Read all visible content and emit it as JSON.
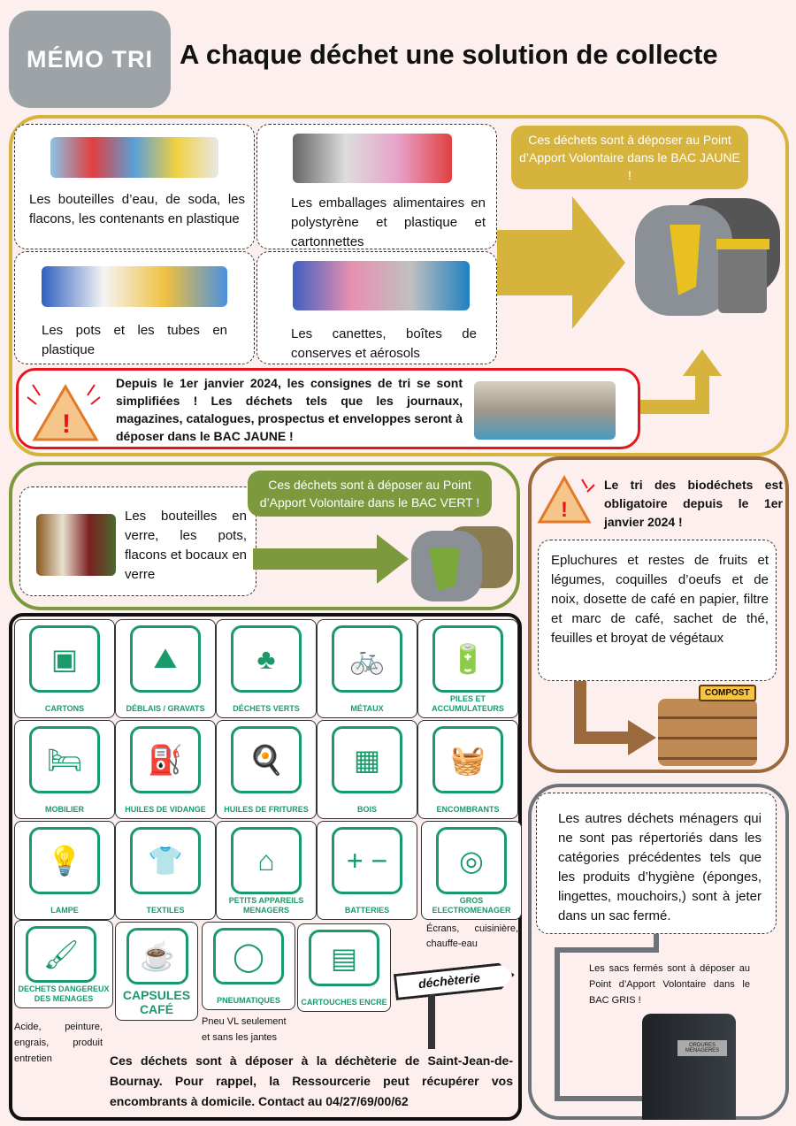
{
  "header": {
    "badge": "MÉMO TRI",
    "title": "A chaque déchet une solution de collecte"
  },
  "yellow": {
    "items": [
      "Les bouteilles d’eau, de soda, les flacons, les contenants en plastique",
      "Les emballages alimentaires en polystyrène et plastique et cartonnettes",
      "Les pots et les tubes en plastique",
      "Les canettes, boîtes de conserves et aérosols"
    ],
    "callout": "Ces déchets sont à déposer au Point d’Apport Volontaire dans le BAC JAUNE !",
    "warning": "Depuis le 1er janvier 2024, les consignes de tri se sont simplifiées ! Les déchets tels que les journaux, magazines, catalogues, prospectus et enveloppes seront à déposer dans le BAC JAUNE !"
  },
  "green": {
    "item": "Les bouteilles en verre, les pots, flacons et bocaux en verre",
    "callout": "Ces déchets sont à déposer au Point d’Apport Volontaire dans le BAC VERT !"
  },
  "bio": {
    "warning": "Le tri des biodéchets est obligatoire depuis le 1er janvier 2024 !",
    "text": "Epluchures et restes de fruits et légumes, coquilles d’oeufs et de noix, dosette de café en papier, filtre et marc de café, sachet de thé, feuilles et broyat de végétaux",
    "compost_label": "COMPOST"
  },
  "grey": {
    "text": "Les autres déchets ménagers qui ne sont pas répertoriés dans les catégories précédentes tels que les produits d’hygiène (éponges, lingettes, mouchoirs,) sont à jeter dans un sac fermé.",
    "text2": "Les sacs fermés sont à déposer au Point d’Apport Volontaire dans le BAC GRIS !",
    "bin_label": "ORDURES MENAGERES"
  },
  "dechetterie": {
    "cells": [
      "CARTONS",
      "DÉBLAIS / GRAVATS",
      "DÉCHETS VERTS",
      "MÉTAUX",
      "PILES ET ACCUMULATEURS",
      "MOBILIER",
      "HUILES DE VIDANGE",
      "HUILES DE FRITURES",
      "BOIS",
      "ENCOMBRANTS",
      "LAMPE",
      "TEXTILES",
      "PETITS APPAREILS MENAGERS",
      "BATTERIES",
      "GROS ELECTROMENAGER",
      "DECHETS DANGEREUX DES MENAGES",
      "CAPSULES CAFÉ",
      "PNEUMATIQUES",
      "CARTOUCHES ENCRE"
    ],
    "note_gros": "Écrans, cuisinière, chauffe-eau",
    "note_dangereux": "Acide, peinture, engrais, produit entretien",
    "note_pneu": "Pneu VL seulement et sans les jantes",
    "sign": "déchèterie",
    "footer": "Ces déchets sont à déposer à la déchèterie de Saint-Jean-de-Bournay. Pour rappel, la Ressourcerie peut récupérer vos encombrants à domicile. Contact au 04/27/69/00/62"
  },
  "colors": {
    "yellow": "#d6b33c",
    "green": "#7c9a3d",
    "brown": "#9a6a3c",
    "grey": "#6d7378",
    "icon_green": "#1a9a6a",
    "red": "#e8141b"
  }
}
